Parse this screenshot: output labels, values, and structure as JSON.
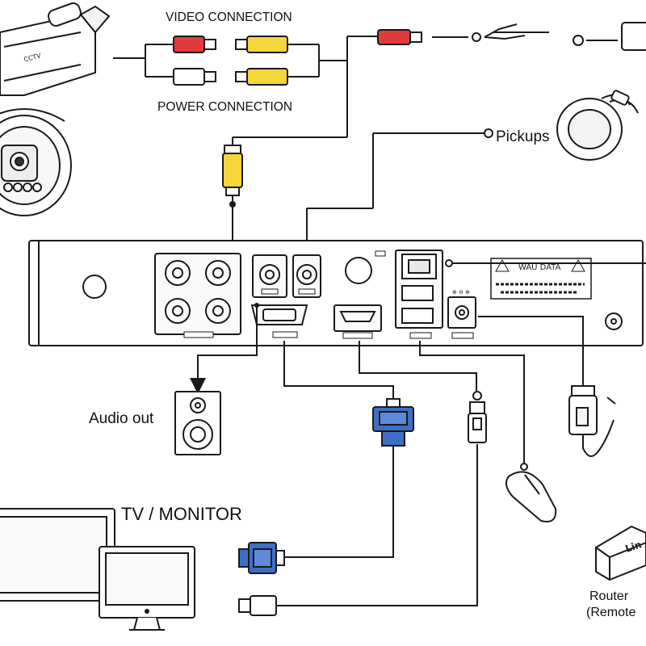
{
  "labels": {
    "video_connection": "VIDEO CONNECTION",
    "power_connection": "POWER CONNECTION",
    "pickups": "Pickups",
    "audio_out": "Audio out",
    "tv_monitor": "TV / MONITOR",
    "router_line1": "Router",
    "router_line2": "(Remote"
  },
  "panel_text": {
    "warning_label": "WAU DATA",
    "camera_brand": "CCTV",
    "router_brand": "Lin"
  },
  "colors": {
    "rca_red": "#e23b3b",
    "rca_yellow": "#f4d53a",
    "vga_blue": "#3f6fc4",
    "line": "#1a1a1a"
  }
}
